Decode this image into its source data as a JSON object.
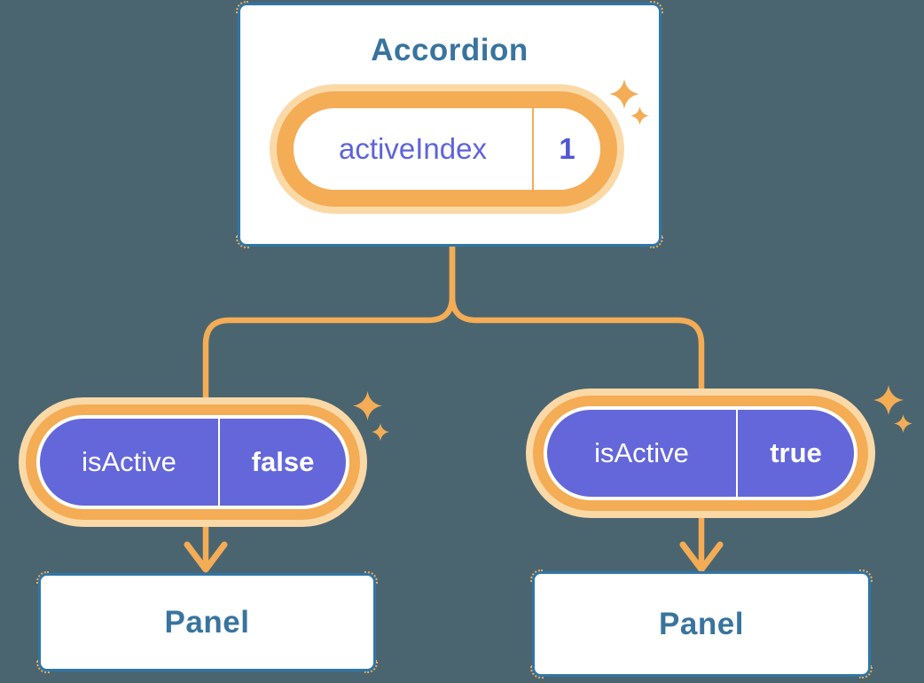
{
  "colors": {
    "background": "#4A6570",
    "orange": "#F4AC55",
    "orange_glow": "#FBD9A7",
    "purple": "#6467DA",
    "purple_text": "#5E63DC",
    "purple_value": "#5056D6",
    "blue_border": "#2F76A9",
    "blue_text": "#38749E",
    "white": "#FFFFFF"
  },
  "accordion": {
    "title": "Accordion",
    "state": {
      "key": "activeIndex",
      "value": "1"
    }
  },
  "left_branch": {
    "prop": {
      "key": "isActive",
      "value": "false"
    },
    "child": "Panel"
  },
  "right_branch": {
    "prop": {
      "key": "isActive",
      "value": "true"
    },
    "child": "Panel"
  }
}
